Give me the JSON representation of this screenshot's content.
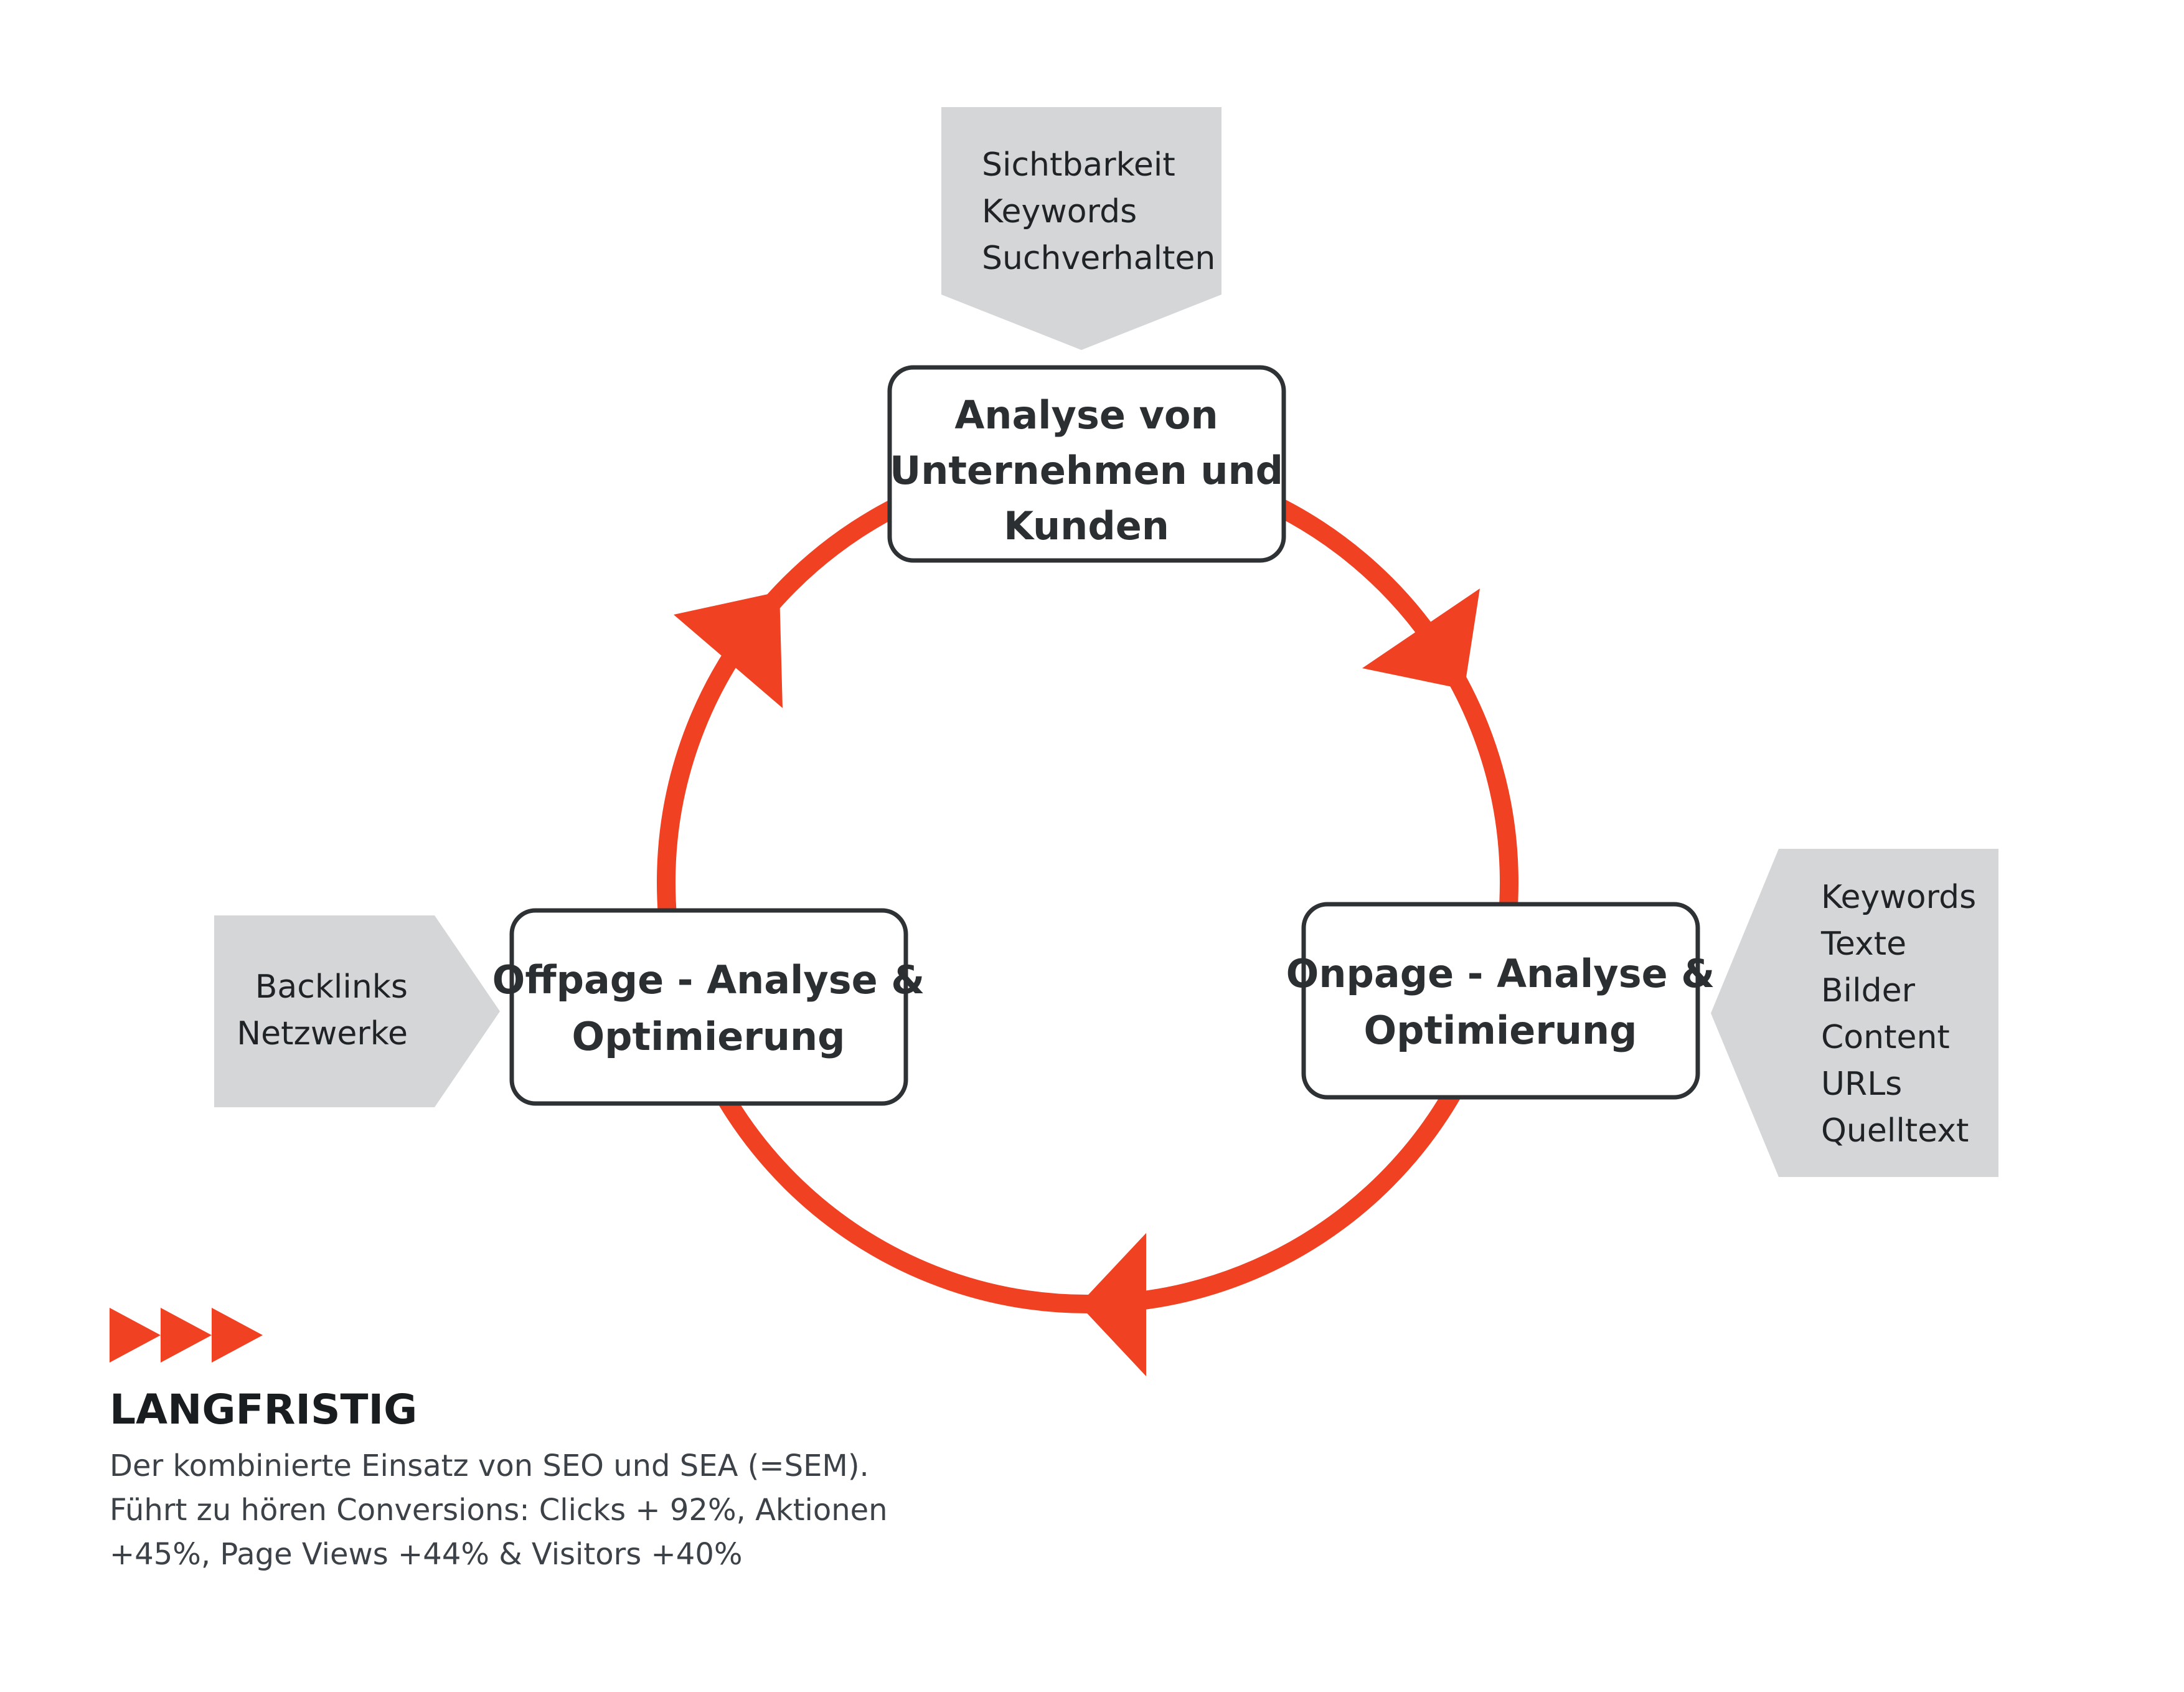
{
  "colors": {
    "cycle": "#f04123",
    "tag_fill": "#d4d6d7",
    "box_border": "#2e3235",
    "text": "#2b2f32"
  },
  "nodes": {
    "top": {
      "lines": [
        "Analyse von",
        "Unternehmen und",
        "Kunden"
      ]
    },
    "right": {
      "lines": [
        "Onpage - Analyse &",
        "Optimierung"
      ]
    },
    "left": {
      "lines": [
        "Offpage - Analyse &",
        "Optimierung"
      ]
    }
  },
  "tags": {
    "top": {
      "items": [
        "Sichtbarkeit",
        "Keywords",
        "Suchverhalten"
      ]
    },
    "right": {
      "items": [
        "Keywords",
        "Texte",
        "Bilder",
        "Content",
        "URLs",
        "Quelltext"
      ]
    },
    "left": {
      "items": [
        "Backlinks",
        "Netzwerke"
      ]
    }
  },
  "legend": {
    "icon": "triple-play-arrows-icon",
    "title": "LANGFRISTIG",
    "description_lines": [
      "Der kombinierte Einsatz von SEO und SEA (=SEM).",
      "Führt zu hören Conversions: Clicks + 92%, Aktionen",
      "+45%, Page Views +44% & Visitors +40%"
    ]
  }
}
